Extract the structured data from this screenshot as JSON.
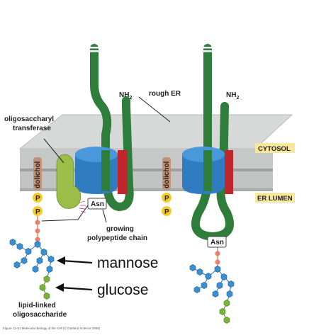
{
  "labels": {
    "oligosaccharyl_line1": "oligosaccharyl",
    "oligosaccharyl_line2": "transferase",
    "rough_er": "rough ER",
    "nh2_left": "NH",
    "nh2_right": "NH",
    "nh2_sub": "2",
    "cytosol": "CYTOSOL",
    "er_lumen": "ER LUMEN",
    "dolichol_left": "dolichol",
    "dolichol_right": "dolichol",
    "phosphate": "P",
    "asn_left": "Asn",
    "asn_right": "Asn",
    "growing_line1": "growing",
    "growing_line2": "polypeptide chain",
    "mannose": "mannose",
    "glucose": "glucose",
    "lipid_line1": "lipid-linked",
    "lipid_line2": "oligosaccharide",
    "footer": "Figure 12-51 Molecular Biology of the Cell (© Garland Science 2008)"
  },
  "colors": {
    "membrane": "#c9cbcb",
    "membrane_edge": "#9ea0a0",
    "polypeptide": "#2e7d3a",
    "translocator": "#3f8fd2",
    "translocator_dark": "#2a6fb0",
    "anchor_red": "#c0262b",
    "transferase": "#9bbd4a",
    "dolichol": "#c29276",
    "phosphate": "#f4cc2c",
    "mannose": "#3a8fd0",
    "glucose": "#79b43a",
    "linker": "#e3826f",
    "tag_bg": "#f6e79a"
  }
}
